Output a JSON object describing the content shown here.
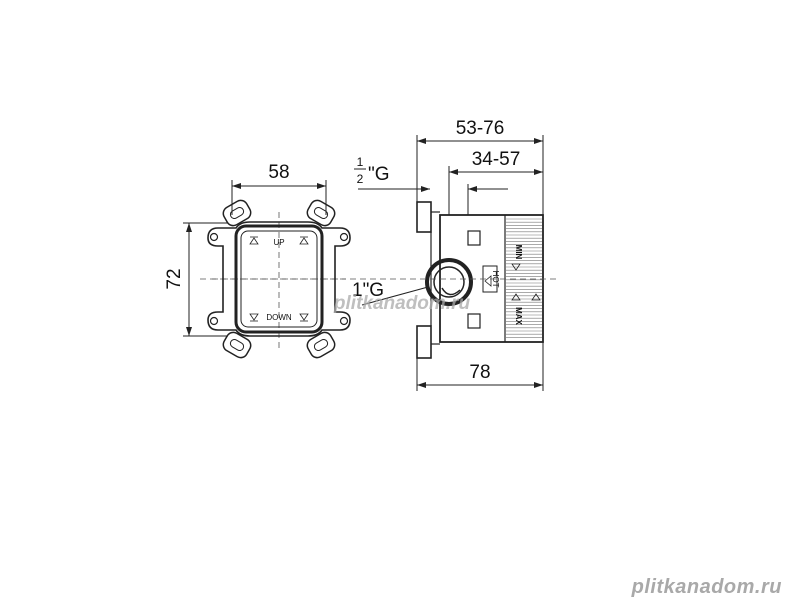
{
  "front_view": {
    "width_dim": "58",
    "height_dim": "72",
    "label_up": "UP",
    "label_down": "DOWN"
  },
  "side_view": {
    "dim_total_range": "53-76",
    "dim_inner_range": "34-57",
    "dim_depth": "78",
    "label_min": "MIN",
    "label_hot": "HOT",
    "label_max": "MAX"
  },
  "thread_half": {
    "num": "1",
    "den": "2",
    "suffix": "\"G"
  },
  "thread_one": {
    "value": "1\"G"
  },
  "watermark": {
    "center": "plitkanadom.ru",
    "footer": "plitkanadom.ru"
  },
  "colors": {
    "line": "#222222",
    "watermark": "#a9a9a9"
  }
}
